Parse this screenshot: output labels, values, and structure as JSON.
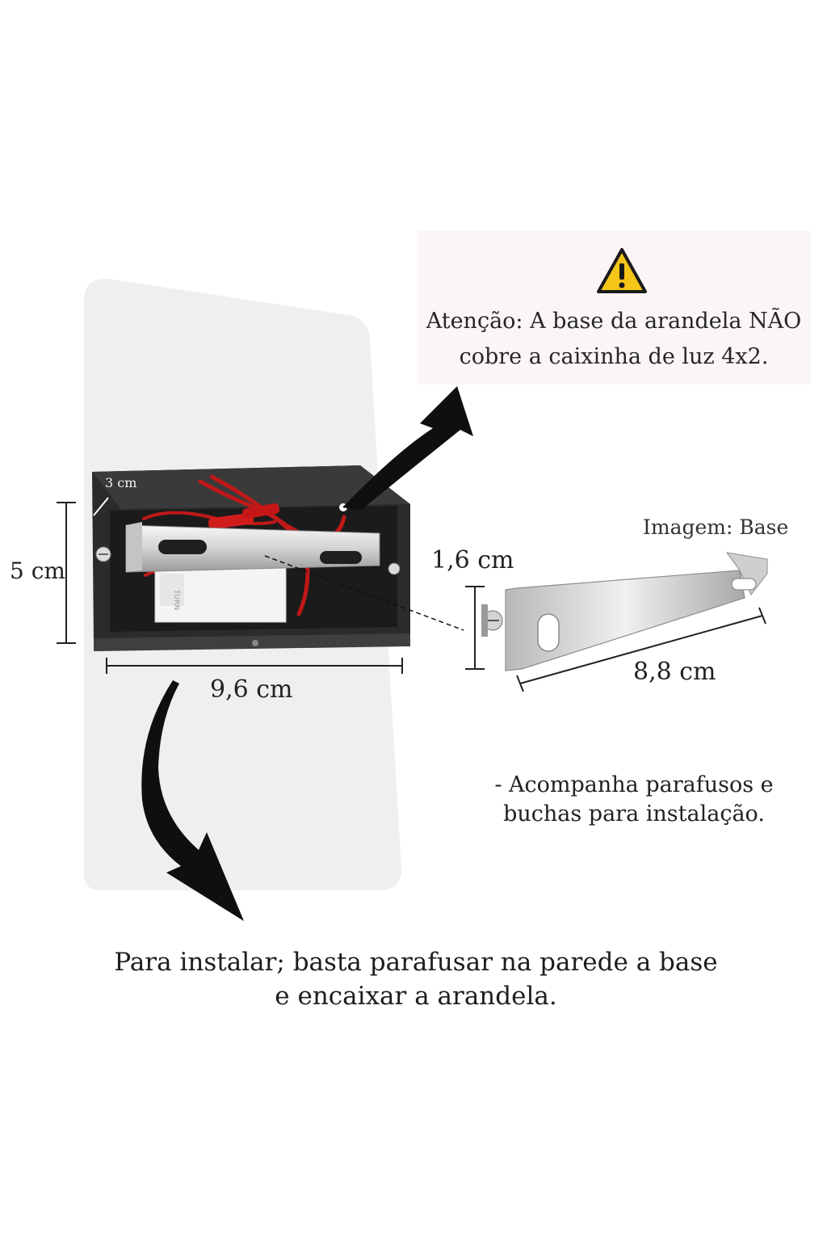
{
  "warning": {
    "icon": "warning-triangle-icon",
    "line1": "Atenção: A base da arandela NÃO",
    "line2": "cobre a caixinha de luz 4x2."
  },
  "dimensions": {
    "depth": "3 cm",
    "height": "5 cm",
    "width": "9,6 cm",
    "bracket_height": "1,6 cm",
    "bracket_length": "8,8 cm"
  },
  "bracket_caption": "Imagem: Base",
  "accessories_note": {
    "line1": "- Acompanha parafusos e",
    "line2": "buchas para instalação."
  },
  "instructions": {
    "line1": "Para instalar; basta parafusar na parede a base",
    "line2": "e encaixar a arandela."
  },
  "colors": {
    "lamp_body": "#efefef",
    "box": "#2e2e2e",
    "bracket": "#dcdcdc",
    "warning_yellow": "#f5c518"
  }
}
